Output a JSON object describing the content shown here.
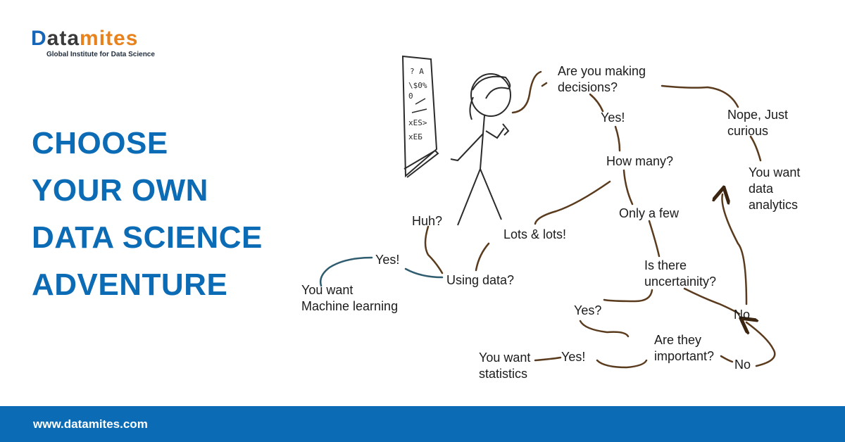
{
  "brand": {
    "logo_initial": "D",
    "logo_middle": "ata",
    "logo_end": "mites",
    "tagline": "Global Institute for Data Science"
  },
  "title": {
    "line1": "CHOOSE",
    "line2": "YOUR OWN",
    "line3": "DATA SCIENCE",
    "line4": "ADVENTURE"
  },
  "footer": {
    "url": "www.datamites.com"
  },
  "flowchart": {
    "are_you_making": "Are you making",
    "decisions": "decisions?",
    "yes_1": "Yes!",
    "nope_just": "Nope, Just",
    "curious": "curious",
    "how_many": "How many?",
    "you_want_analytics_1": "You want",
    "you_want_analytics_2": "data",
    "you_want_analytics_3": "analytics",
    "huh": "Huh?",
    "lots_lots": "Lots & lots!",
    "only_a_few": "Only a few",
    "yes_ml": "Yes!",
    "you_want_ml_1": "You want",
    "you_want_ml_2": "Machine learning",
    "using_data": "Using data?",
    "is_there": "Is there",
    "uncertainity": "uncertainity?",
    "yes_q": "Yes?",
    "no_1": "No",
    "are_they": "Are they",
    "important": "important?",
    "no_2": "No",
    "yes_stats": "Yes!",
    "you_want_stats_1": "You want",
    "you_want_stats_2": "statistics"
  },
  "colors": {
    "brand_blue": "#0c6bb5",
    "brand_orange": "#e8821c",
    "arrow_brown": "#5a3b1e",
    "arrow_teal": "#2f5c6e"
  }
}
